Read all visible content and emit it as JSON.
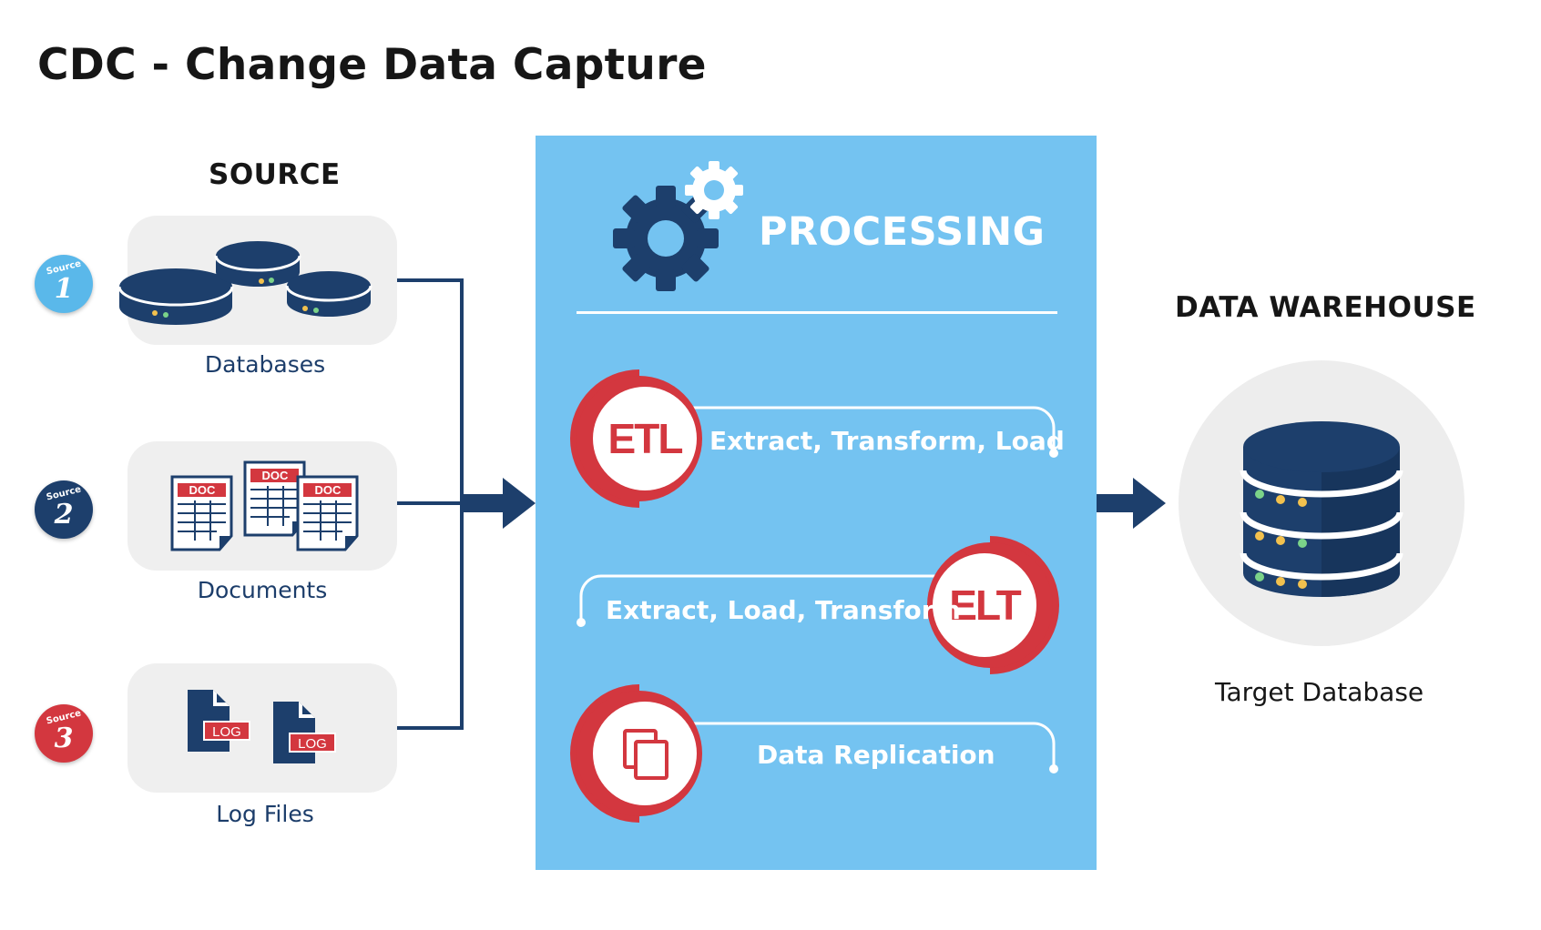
{
  "title": "CDC - Change Data Capture",
  "source": {
    "heading": "SOURCE",
    "items": [
      {
        "badge_word": "Source",
        "badge_number": "1",
        "badge_color": "#5ab8ea",
        "label": "Databases",
        "icon": "database-cylinders-icon"
      },
      {
        "badge_word": "Source",
        "badge_number": "2",
        "badge_color": "#1d3f6c",
        "label": "Documents",
        "icon": "document-icon",
        "doc_tag": "DOC"
      },
      {
        "badge_word": "Source",
        "badge_number": "3",
        "badge_color": "#d3373f",
        "label": "Log Files",
        "icon": "log-file-icon",
        "log_tag": "LOG"
      }
    ]
  },
  "processing": {
    "heading": "PROCESSING",
    "icon": "gears-icon",
    "methods": [
      {
        "badge": "ETL",
        "text": "Extract, Transform, Load"
      },
      {
        "badge": "ELT",
        "text": "Extract, Load, Transform"
      },
      {
        "badge": "",
        "icon": "copy-icon",
        "text": "Data Replication"
      }
    ]
  },
  "warehouse": {
    "heading": "DATA WAREHOUSE",
    "icon": "database-stack-icon",
    "label": "Target Database"
  },
  "colors": {
    "navy": "#1d3f6c",
    "panel": "#74c3f1",
    "red": "#d3373f",
    "card": "#efefef"
  }
}
